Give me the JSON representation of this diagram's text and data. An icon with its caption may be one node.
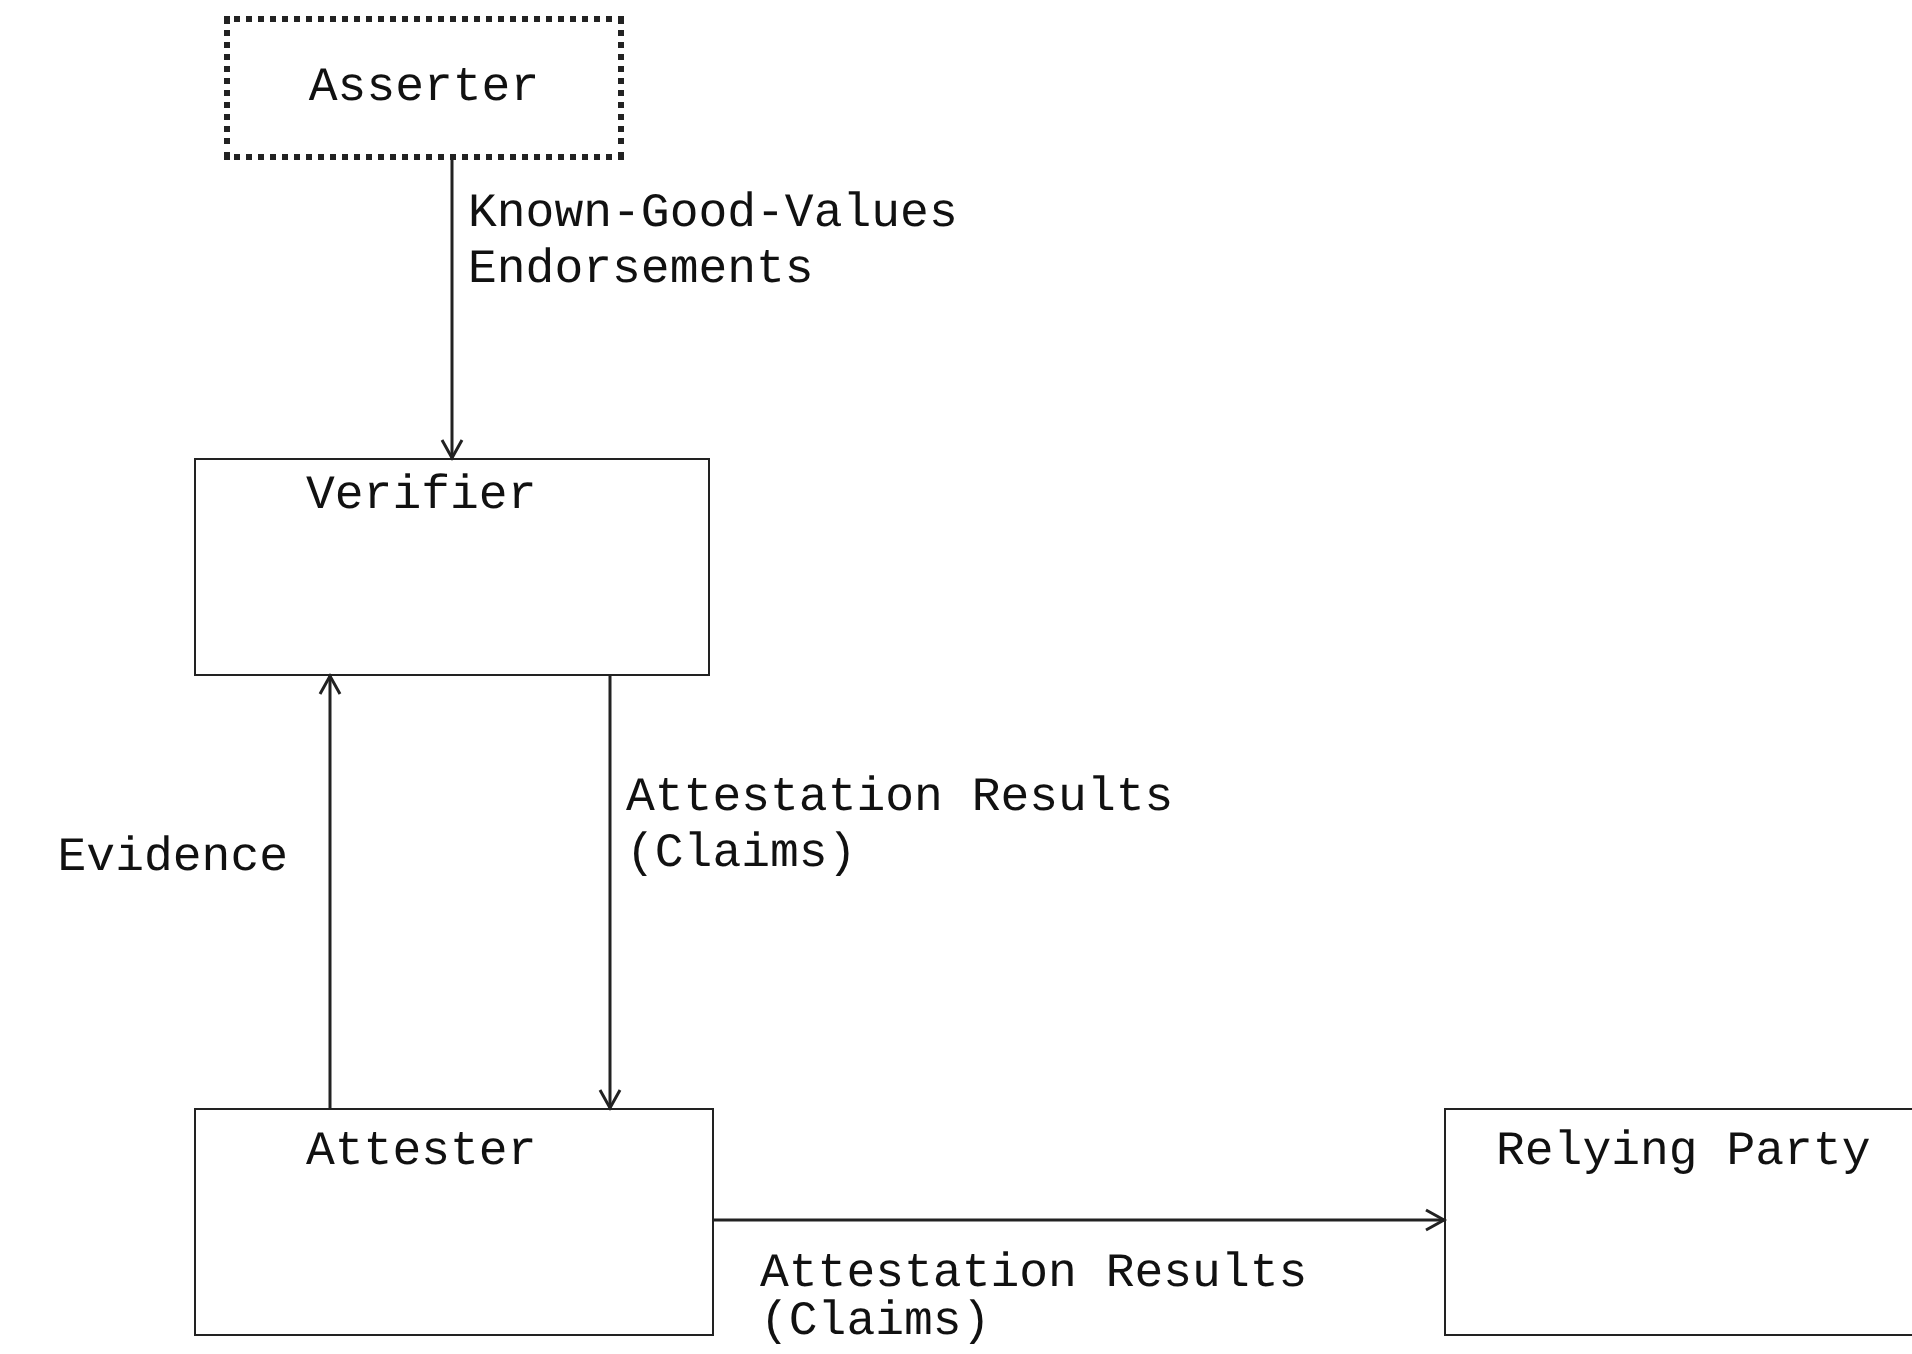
{
  "diagram": {
    "nodes": [
      {
        "text": [
          "Asserter"
        ]
      },
      {
        "text": [
          "Verifier"
        ]
      },
      {
        "text": [
          "Attester"
        ]
      },
      {
        "text": [
          "Relying Party"
        ]
      }
    ],
    "edges": [
      {
        "from": 0,
        "to": 1,
        "arrow": "to",
        "label": "Known-Good-Values Endorsements"
      },
      {
        "from": 2,
        "to": 1,
        "arrow": "to",
        "label": "Evidence"
      },
      {
        "from": 1,
        "to": 2,
        "arrow": "to",
        "label": "Attestation Results (Claims)"
      },
      {
        "from": 2,
        "to": 3,
        "arrow": "to",
        "label": "Attestation Results (Claims)"
      }
    ]
  }
}
